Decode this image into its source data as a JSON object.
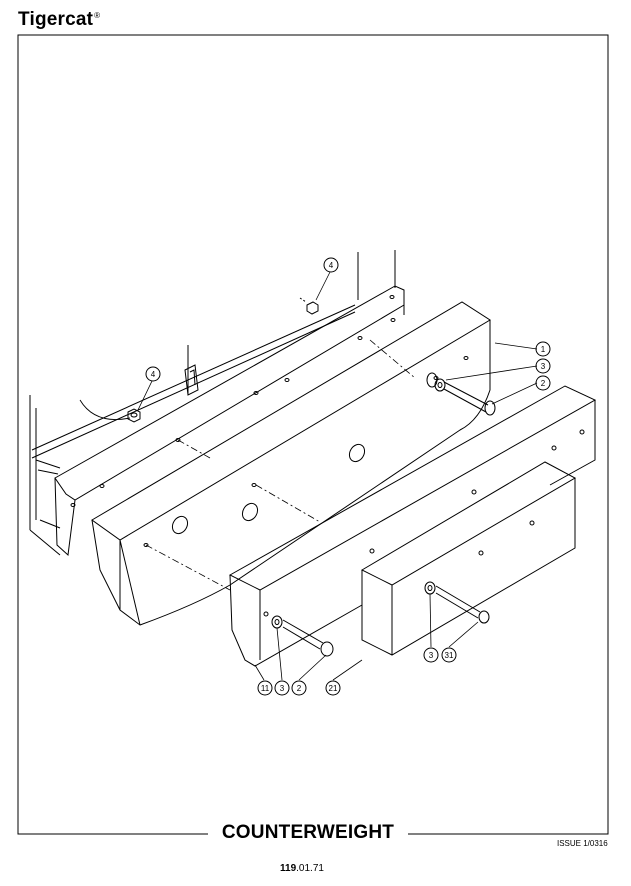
{
  "header": {
    "brand": "Tigercat",
    "brand_mark": "®"
  },
  "footer": {
    "title": "COUNTERWEIGHT",
    "issue": "ISSUE 1/0316",
    "page_bold": "119",
    "page_rest": ".01.71"
  },
  "callouts": {
    "c1": "1",
    "c2a": "2",
    "c3a": "3",
    "c4a": "4",
    "c4b": "4",
    "c11": "11",
    "c3b": "3",
    "c2b": "2",
    "c21": "21",
    "c3c": "3",
    "c31": "31"
  }
}
